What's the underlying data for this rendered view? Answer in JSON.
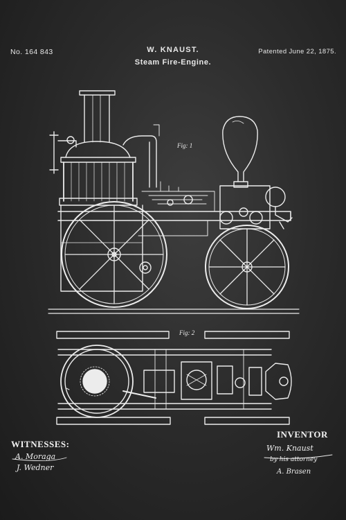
{
  "header": {
    "patent_number": "No. 164 843",
    "inventor": "W. KNAUST.",
    "title": "Steam Fire-Engine.",
    "patent_date": "Patented June 22, 1875."
  },
  "figures": {
    "fig1_label": "Fig: 1",
    "fig2_label": "Fig: 2"
  },
  "footer": {
    "witnesses_label": "WITNESSES:",
    "witness_signatures": [
      "A. Moraga",
      "J. Wedner"
    ],
    "inventor_label": "INVENTOR",
    "inventor_signature": "Wm. Knaust",
    "attorney_line": "by his attorney",
    "attorney_signature": "A. Brasen"
  },
  "colors": {
    "chalkboard": "#2c2c2c",
    "chalk_line": "#f0f0f0"
  }
}
